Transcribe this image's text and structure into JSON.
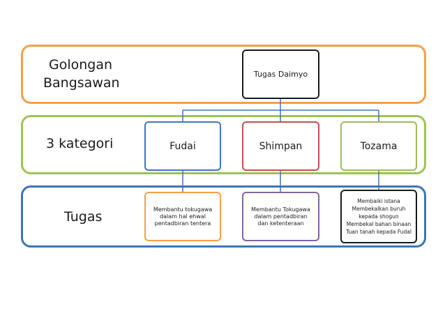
{
  "rows": {
    "golongan_line1": "Golongan",
    "golongan_line2": "Bangsawan",
    "kategori": "3 kategori",
    "tugas": "Tugas"
  },
  "nodes": {
    "daimyo": "Tugas Daimyo",
    "fudai": "Fudai",
    "shimpan": "Shimpan",
    "tozama": "Tozama"
  },
  "tugas": {
    "fudai": "Membantu tokugawa dalam hal ehwal pentadbiran tentera",
    "shimpan": "Membantu Tokugawa dalam pentadbiran dan ketenteraan",
    "tozama": [
      "Membaiki istana",
      "Membekalkan buruh kepada shogun",
      "Membekal bahan binaan",
      "Tuan tanah kepada Fudal"
    ]
  },
  "colors": {
    "band_golongan": "#f5a047",
    "band_kategori": "#9cc550",
    "band_tugas": "#3f74b5",
    "connector": "#3f74b5"
  }
}
